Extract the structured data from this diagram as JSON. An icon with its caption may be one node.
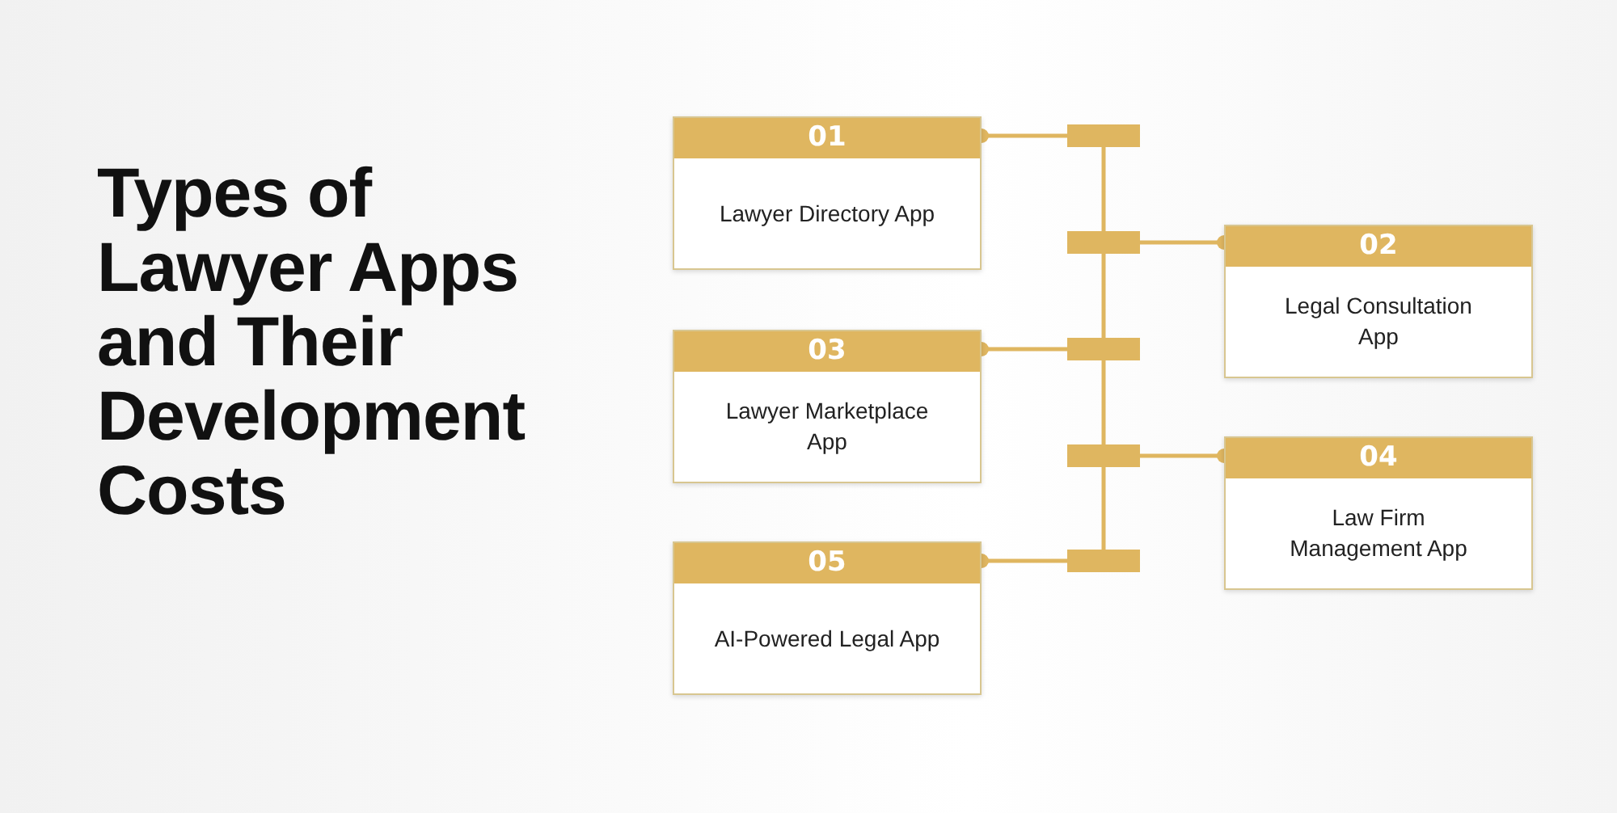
{
  "diagram": {
    "title": "Types of Lawyer Apps and Their Development Costs",
    "nodes": [
      {
        "text": [
          "01",
          "Lawyer Directory App"
        ]
      },
      {
        "text": [
          "02",
          "Legal Consultation App"
        ]
      },
      {
        "text": [
          "03",
          "Lawyer Marketplace App"
        ]
      },
      {
        "text": [
          "04",
          "Law Firm Management App"
        ]
      },
      {
        "text": [
          "05",
          "AI-Powered Legal App"
        ]
      },
      {
        "text": [],
        "shape": "bar"
      },
      {
        "text": [],
        "shape": "bar"
      },
      {
        "text": [],
        "shape": "bar"
      },
      {
        "text": [],
        "shape": "bar"
      },
      {
        "text": [],
        "shape": "bar"
      }
    ],
    "edges": [
      {
        "from": 0,
        "to": 5,
        "arrow": "other"
      },
      {
        "from": 1,
        "to": 6,
        "arrow": "other"
      },
      {
        "from": 2,
        "to": 7,
        "arrow": "other"
      },
      {
        "from": 3,
        "to": 8,
        "arrow": "other"
      },
      {
        "from": 4,
        "to": 9,
        "arrow": "other"
      },
      {
        "from": 5,
        "to": 6,
        "arrow": "none"
      },
      {
        "from": 6,
        "to": 7,
        "arrow": "none"
      },
      {
        "from": 7,
        "to": 8,
        "arrow": "none"
      },
      {
        "from": 8,
        "to": 9,
        "arrow": "none"
      }
    ]
  }
}
